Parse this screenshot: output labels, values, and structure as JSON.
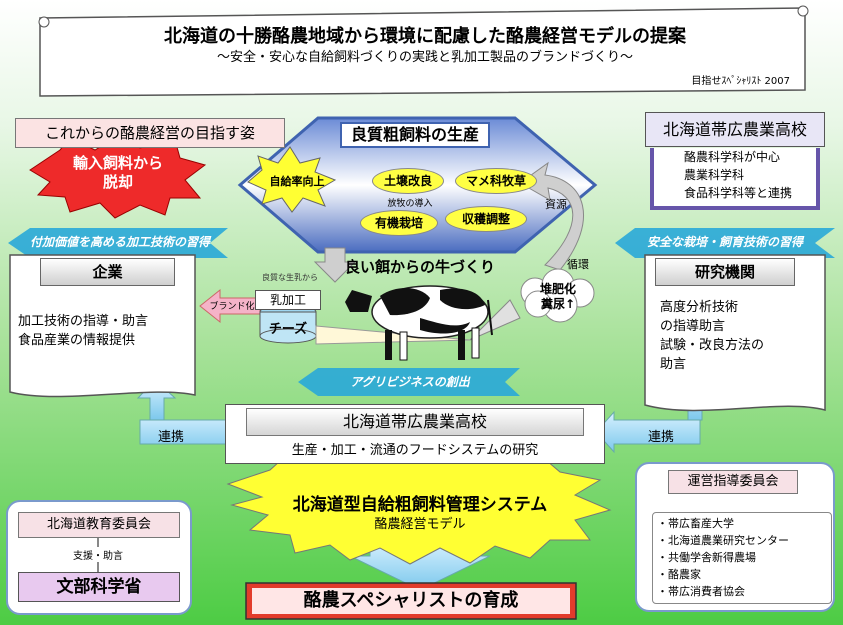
{
  "header": {
    "title": "北海道の十勝酪農地域から環境に配慮した酪農経営モデルの提案",
    "subtitle": "～安全・安心な自給飼料づくりの実践と乳加工製品のブランドづくり～",
    "credit": "目指せｽﾍﾟｼｬﾘｽﾄ 2007"
  },
  "goal_box": "これからの酪農経営の目指す姿",
  "import_burst": [
    "輸入飼料から",
    "脱却"
  ],
  "school_top": {
    "title": "北海道帯広農業高校",
    "depts": [
      "酪農科学科が中心",
      "農業科学科",
      "食品科学科等と連携"
    ]
  },
  "forage": {
    "title": "良質粗飼料の生産",
    "burst": "自給率向上",
    "items": [
      "土壌改良",
      "マメ科牧草",
      "有機栽培",
      "収穫調整"
    ],
    "note": "放牧の導入"
  },
  "resource_label": "資源",
  "cycle_label": "循環",
  "compost": [
    "堆肥化",
    "糞尿↑"
  ],
  "cattle_label": "良い餌からの牛づくり",
  "banners": {
    "left": "付加価値を高める加工技術の習得",
    "right": "安全な栽培・飼育技術の習得",
    "center": "アグリビジネスの創出"
  },
  "company": {
    "title": "企業",
    "lines": [
      "加工技術の指導・助言",
      "食品産業の情報提供"
    ]
  },
  "research": {
    "title": "研究機関",
    "lines": [
      "高度分析技術",
      "の指導助言",
      "試験・改良方法の",
      "助言"
    ]
  },
  "dairy_proc": {
    "milk_note": "良質な生乳から",
    "label": "乳加工",
    "cheese": "チーズ",
    "brand": "ブランド化"
  },
  "school_center": {
    "title": "北海道帯広農業高校",
    "sub": "生産・加工・流通のフードシステムの研究"
  },
  "link_left": "連携",
  "link_right": "連携",
  "system": {
    "title": "北海道型自給粗飼料管理システム",
    "sub": "酪農経営モデル"
  },
  "committee": {
    "title": "運営指導委員会",
    "members": [
      "・帯広畜産大学",
      "・北海道農業研究センター",
      "・共働学舎新得農場",
      "・酪農家",
      "・帯広消費者協会"
    ]
  },
  "edu": {
    "board": "北海道教育委員会",
    "support": "支援・助言",
    "ministry": "文部科学省"
  },
  "bottom": "酪農スペシャリストの育成",
  "colors": {
    "hexagon": "#3f63b0",
    "burst_red": "#ee2a2a",
    "burst_yellow": "#ffff33",
    "arrow": "#a9dcf3",
    "bottom_box": "#e23b2b"
  }
}
